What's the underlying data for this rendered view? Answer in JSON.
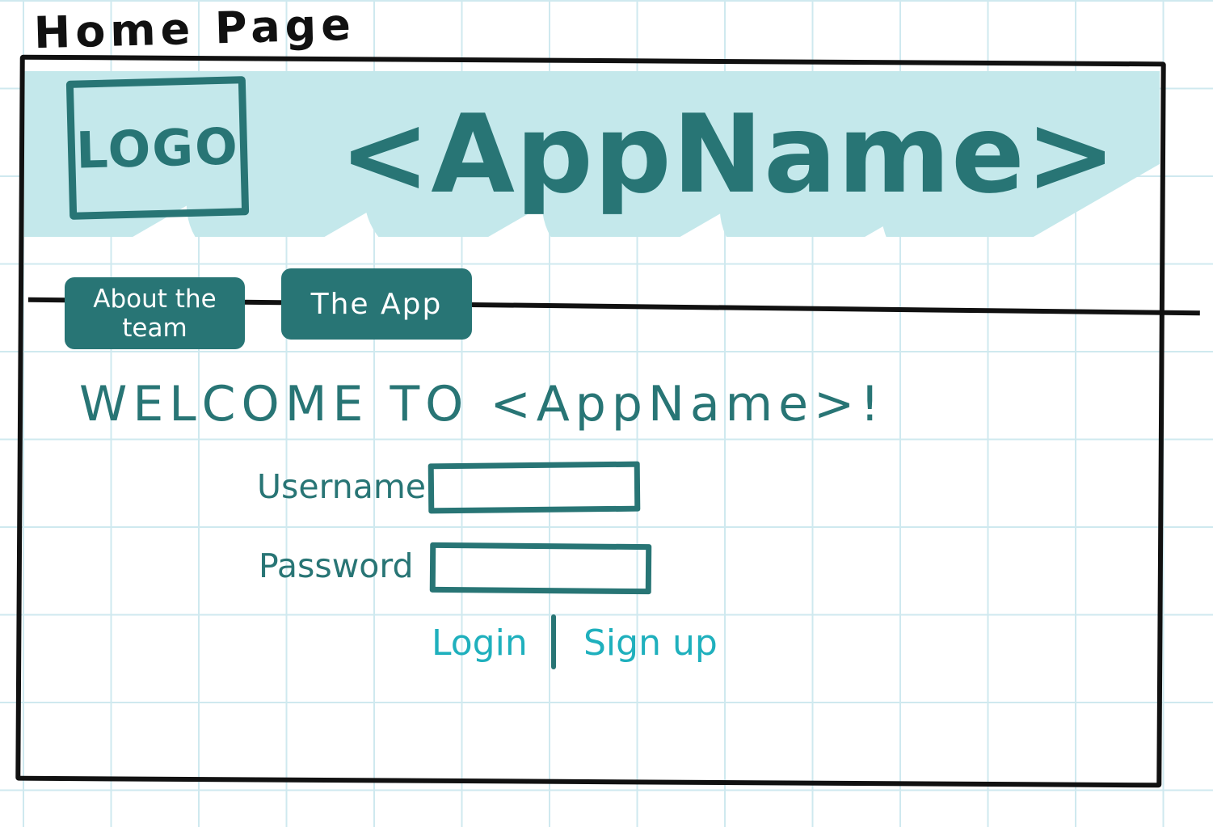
{
  "sheet_title": "Home Page",
  "header": {
    "logo_text": "LOGO",
    "app_name": "<AppName>"
  },
  "nav": {
    "about_label": "About the team",
    "app_label": "The App"
  },
  "main": {
    "welcome": "WELCOME TO <AppName>!"
  },
  "login_form": {
    "username_label": "Username",
    "password_label": "Password",
    "username_value": "",
    "password_value": ""
  },
  "auth_links": {
    "login": "Login",
    "signup": "Sign up"
  },
  "colors": {
    "primary": "#287575",
    "link": "#1fb0bd",
    "header_fill": "#c4e8eb",
    "grid": "#cfe9ef",
    "ink": "#111111"
  }
}
